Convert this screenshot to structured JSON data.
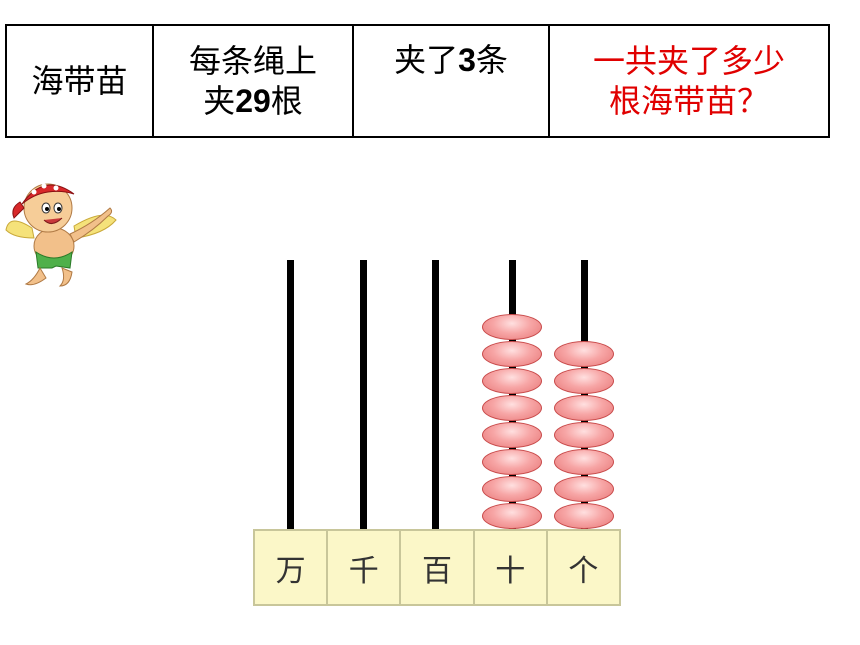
{
  "problem": {
    "col1": "海带苗",
    "col2_line1": "每条绳上",
    "col2_line2_prefix": "夹",
    "col2_line2_num": "29",
    "col2_line2_suffix": "根",
    "col3_prefix": "夹了",
    "col3_num": "3",
    "col3_suffix": "条",
    "col4_line1": "一共夹了多少",
    "col4_line2": "根海带苗？"
  },
  "abacus": {
    "places": [
      "万",
      "千",
      "百",
      "十",
      "个"
    ],
    "bead_counts": [
      0,
      0,
      0,
      8,
      7
    ],
    "bead_color": "#f7a6a6",
    "base_color": "#fbf7c8"
  },
  "colors": {
    "question_text": "#e00000",
    "border": "#000000"
  }
}
